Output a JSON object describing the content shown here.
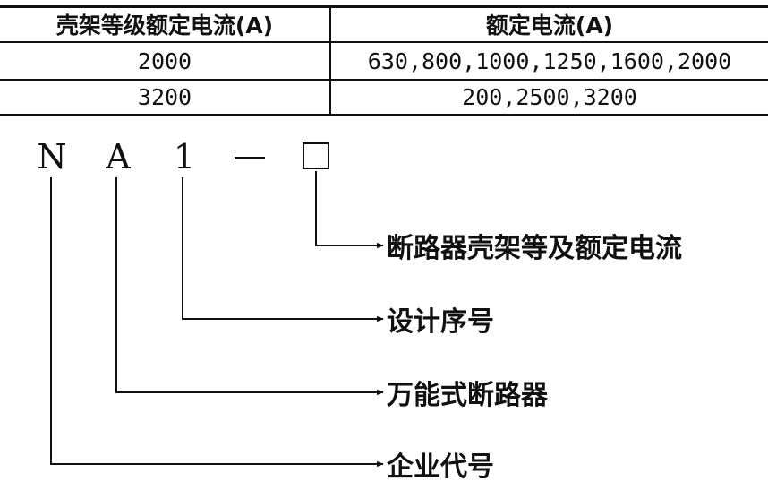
{
  "table": {
    "headers": [
      "壳架等级额定电流(A)",
      "额定电流(A)"
    ],
    "rows": [
      [
        "2000",
        "630,800,1000,1250,1600,2000"
      ],
      [
        "3200",
        "200,2500,3200"
      ]
    ]
  },
  "code": [
    "N",
    "A",
    "1",
    "—",
    "□"
  ],
  "labels": [
    "断路器壳架等及额定电流",
    "设计序号",
    "万能式断路器",
    "企业代号"
  ]
}
